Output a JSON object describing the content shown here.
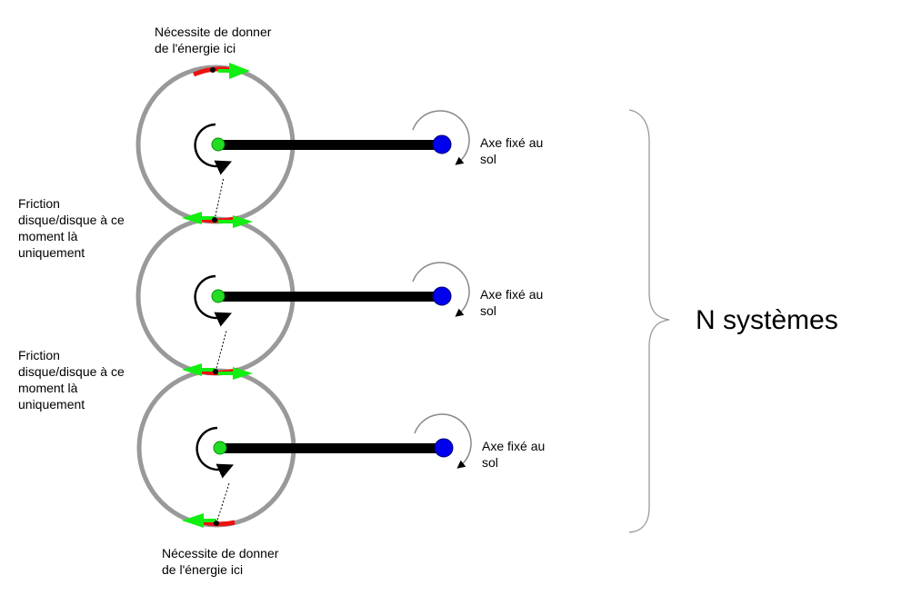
{
  "annotations": {
    "top_energy": [
      "Nécessite de donner",
      "de l'énergie ici"
    ],
    "bottom_energy": [
      "Nécessite de donner",
      "de l'énergie ici"
    ],
    "friction_1": [
      "Friction",
      "disque/disque à ce",
      "moment là",
      "uniquement"
    ],
    "friction_2": [
      "Friction",
      "disque/disque à ce",
      "moment là",
      "uniquement"
    ]
  },
  "systems": [
    {
      "axis_label": [
        "Axe fixé au",
        "sol"
      ]
    },
    {
      "axis_label": [
        "Axe fixé au",
        "sol"
      ]
    },
    {
      "axis_label": [
        "Axe fixé au",
        "sol"
      ]
    }
  ],
  "brace_label": "N systèmes",
  "colors": {
    "disc": "#999999",
    "arm": "#000000",
    "pivot_green": "#22dd22",
    "axis_blue": "#0000ee",
    "contact_red": "#ee1111",
    "arrow_green": "#11ee11",
    "brace": "#999999"
  },
  "icons": [
    "rotation-arrow-icon",
    "axis-rotation-arrow-icon"
  ]
}
